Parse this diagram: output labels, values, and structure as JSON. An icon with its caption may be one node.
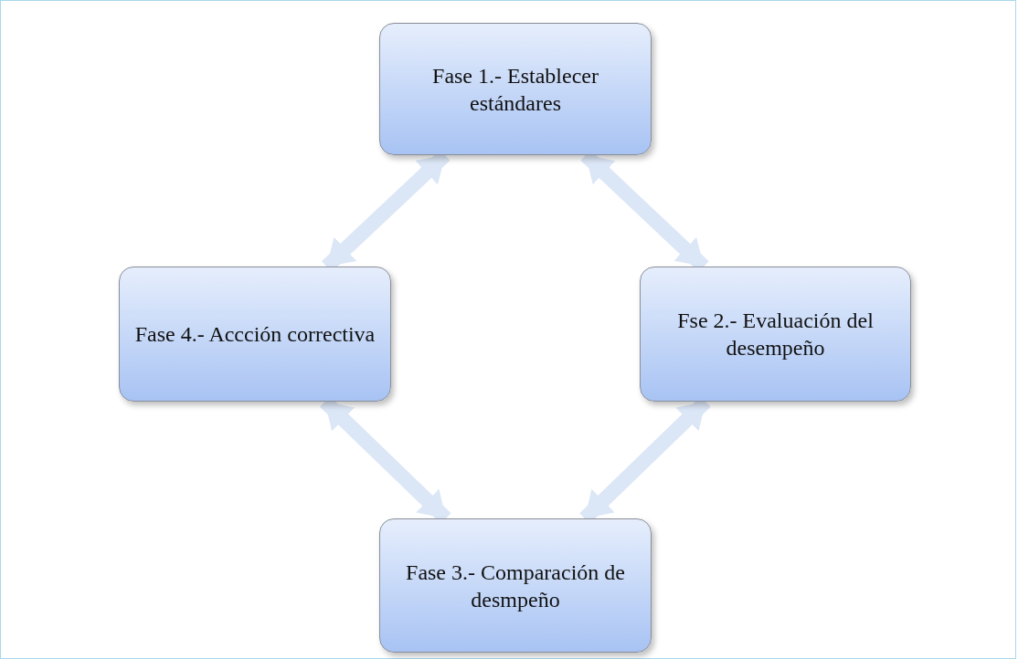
{
  "diagram": {
    "nodes": [
      {
        "text": [
          "Fase 1.- Establecer estándares"
        ]
      },
      {
        "text": [
          "Fse 2.- Evaluación del desempeño"
        ]
      },
      {
        "text": [
          "Fase 3.- Comparación de desmpeño"
        ]
      },
      {
        "text": [
          "Fase 4.- Accción correctiva"
        ]
      }
    ],
    "edges": [
      {
        "from": 0,
        "to": 1,
        "arrow": "both"
      },
      {
        "from": 1,
        "to": 2,
        "arrow": "both"
      },
      {
        "from": 2,
        "to": 3,
        "arrow": "both"
      },
      {
        "from": 3,
        "to": 0,
        "arrow": "both"
      }
    ]
  }
}
